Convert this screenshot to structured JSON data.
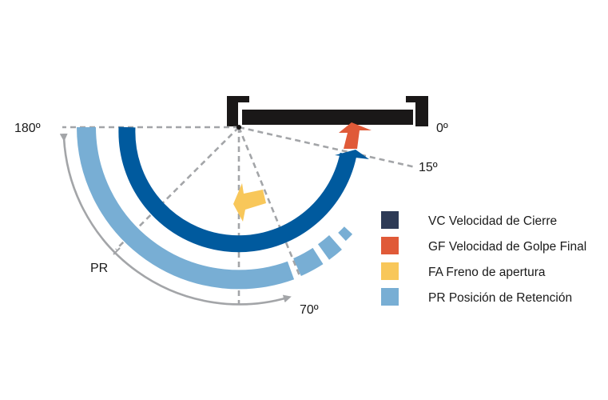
{
  "colors": {
    "door": "#1a1818",
    "closing_arc": "#005a9e",
    "vc": "#2d3a56",
    "gf": "#e05a38",
    "fa": "#f8c75a",
    "pr": "#78aed4",
    "guides": "#a3a5a8"
  },
  "angles": {
    "a180": "180º",
    "a0": "0º",
    "a15": "15º",
    "a70": "70º",
    "pr": "PR"
  },
  "legend": [
    {
      "code": "VC",
      "label": "VC Velocidad de Cierre"
    },
    {
      "code": "GF",
      "label": "GF Velocidad de Golpe Final"
    },
    {
      "code": "FA",
      "label": "FA Freno de apertura"
    },
    {
      "code": "PR",
      "label": "PR Posición de Retención"
    }
  ]
}
